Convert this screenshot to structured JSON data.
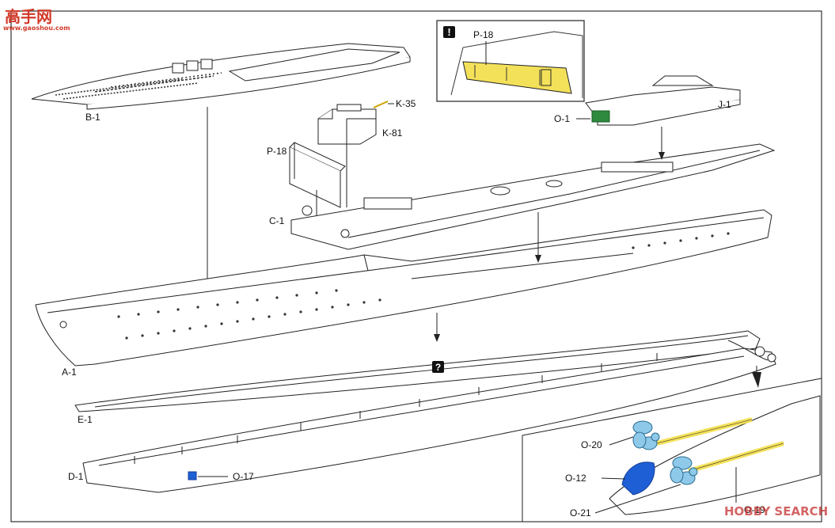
{
  "watermark_top": {
    "logo": "高手网",
    "url": "www.gaoshou.com"
  },
  "watermark_bottom": "HOBBY SEARCH",
  "colors": {
    "line": "#222222",
    "yellow": "#f4e15a",
    "blue": "#8ec9ea",
    "darkblue": "#1f5fd6",
    "green": "#2d8a3e"
  },
  "icons": {
    "caution": "!",
    "unknown": "?"
  },
  "labels": {
    "b1": "B-1",
    "k35": "K-35",
    "k81": "K-81",
    "p18": "P-18",
    "p18_inset": "P-18",
    "c1": "C-1",
    "o1": "O-1",
    "j1": "J-1",
    "a1": "A-1",
    "e1": "E-1",
    "d1": "D-1",
    "o17": "O-17",
    "o20": "O-20",
    "o12": "O-12",
    "o21": "O-21",
    "o19": "O-19"
  }
}
